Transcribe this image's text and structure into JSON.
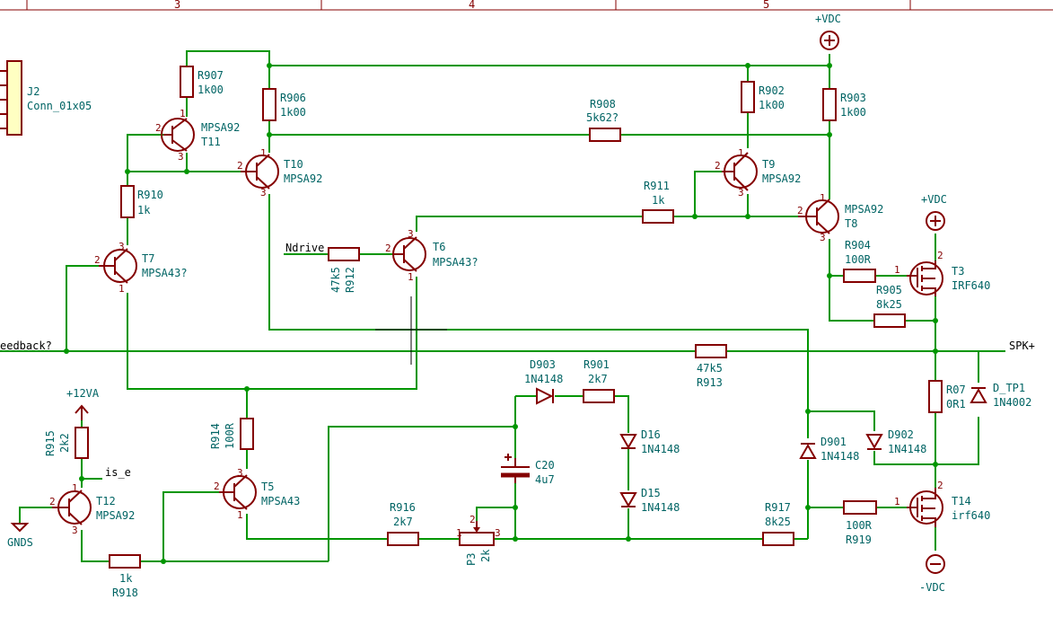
{
  "columns": [
    "3",
    "4",
    "5"
  ],
  "connector": {
    "ref": "J2",
    "value": "Conn_01x05"
  },
  "power": {
    "vdc_top": "+VDC",
    "vdc_t3": "+VDC",
    "vdc_neg": "-VDC",
    "v12": "+12VA",
    "gnd": "GNDS"
  },
  "nets": {
    "ndrive": "Ndrive",
    "feedback": "eedback?",
    "spk": "SPK+",
    "is_e": "is_e"
  },
  "resistors": {
    "R907": "1k00",
    "R906": "1k00",
    "R908": "5k62?",
    "R902": "1k00",
    "R903": "1k00",
    "R910": "1k",
    "R911": "1k",
    "R912": "47k5",
    "R904": "100R",
    "R905": "8k25",
    "R913": "47k5",
    "R901": "2k7",
    "R07": "0R1",
    "R915": "2k2",
    "R914": "100R",
    "R916": "2k7",
    "R917": "8k25",
    "R919": "100R",
    "R918": "1k"
  },
  "transistors": {
    "T11": "MPSA92",
    "T10": "MPSA92",
    "T9": "MPSA92",
    "T8": "MPSA92",
    "T7": "MPSA43?",
    "T6": "MPSA43?",
    "T5": "MPSA43",
    "T12": "MPSA92",
    "T3": "IRF640",
    "T14": "irf640"
  },
  "diodes": {
    "D903": "1N4148",
    "D16": "1N4148",
    "D15": "1N4148",
    "D901": "1N4148",
    "D902": "1N4148",
    "D_TP1": "1N4002"
  },
  "capacitors": {
    "C20": "4u7"
  },
  "potentiometers": {
    "P3": "2k"
  },
  "colors": {
    "wire": "#009600",
    "component": "#840000",
    "reference": "#006464",
    "connector_fill": "#ffffc2"
  }
}
